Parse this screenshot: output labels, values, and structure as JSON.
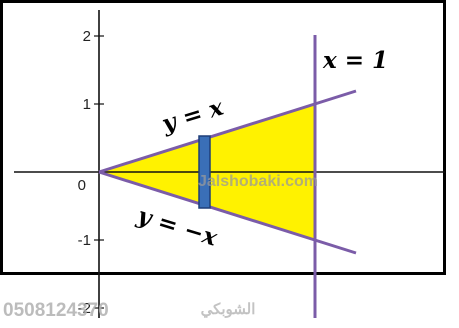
{
  "axes": {
    "x_ticks": [
      {
        "value": 0,
        "label": "0"
      }
    ],
    "y_ticks": [
      {
        "value": 2,
        "label": "2"
      },
      {
        "value": 1,
        "label": "1"
      },
      {
        "value": -1,
        "label": "-1"
      },
      {
        "value": -2,
        "label": "-2"
      }
    ]
  },
  "equations": {
    "upper_line": "y = x",
    "lower_line": "y = −x",
    "vertical_line": "x = 1"
  },
  "region": {
    "description_color": "#FFF200",
    "x_from": 0,
    "x_to": 1
  },
  "strip": {
    "x": 0.5,
    "color": "#3A6FB7"
  },
  "lines_color": "#7B5CA8",
  "watermark": {
    "site": "Jalshobaki.com",
    "phone": "0508124370",
    "name": "الشوبكي"
  }
}
